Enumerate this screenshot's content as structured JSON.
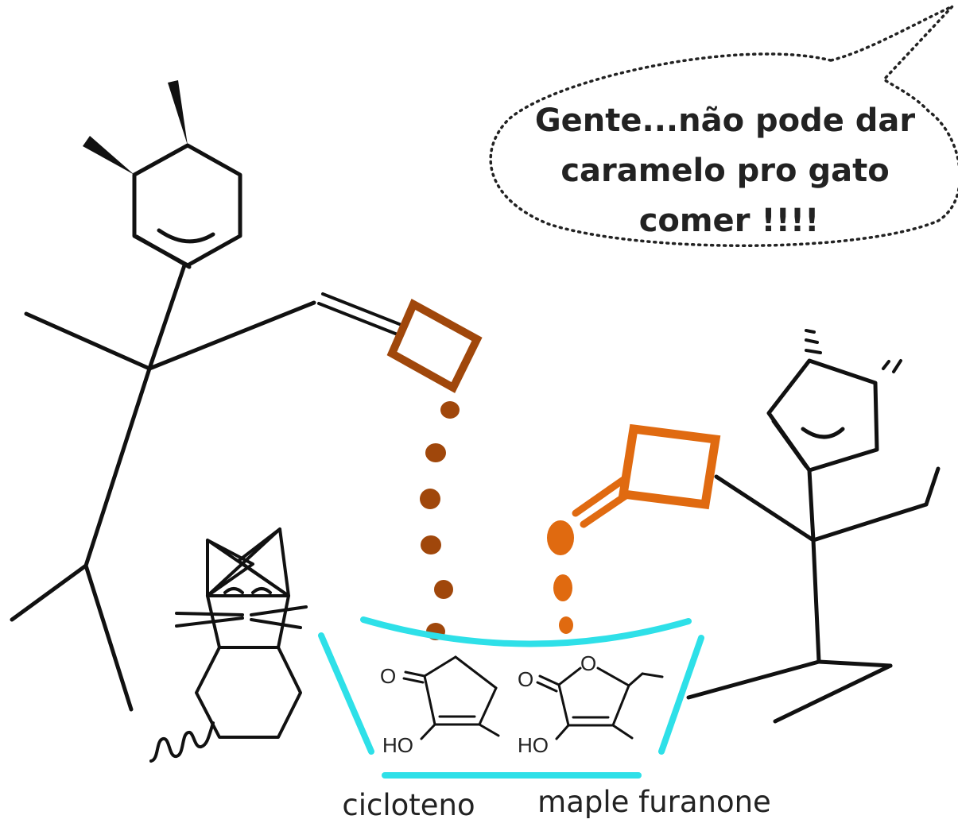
{
  "speech_bubble": {
    "line1": "Gente...não pode dar",
    "line2": "caramelo pro gato",
    "line3": "comer !!!!"
  },
  "molecules": {
    "left": {
      "caption": "cicloteno",
      "carbonyl_label": "O",
      "hydroxyl_label": "HO"
    },
    "right": {
      "caption": "maple furanone",
      "carbonyl_label": "O",
      "ring_oxygen_label": "O",
      "hydroxyl_label": "HO"
    }
  },
  "colors": {
    "ink": "#111111",
    "dark_caramel": "#a0470b",
    "light_caramel": "#e06a10",
    "bowl": "#2ee0e8"
  }
}
